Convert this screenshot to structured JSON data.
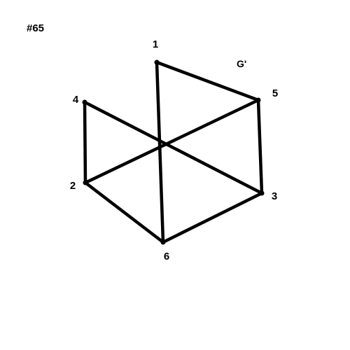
{
  "figure_number": "#65",
  "graph_name": "G'",
  "colors": {
    "ink": "#000000",
    "background": "#ffffff"
  },
  "graph": {
    "vertices": [
      {
        "id": "1",
        "label": "1"
      },
      {
        "id": "2",
        "label": "2"
      },
      {
        "id": "3",
        "label": "3"
      },
      {
        "id": "4",
        "label": "4"
      },
      {
        "id": "5",
        "label": "5"
      },
      {
        "id": "6",
        "label": "6"
      }
    ],
    "edges": [
      [
        "1",
        "5"
      ],
      [
        "1",
        "6"
      ],
      [
        "4",
        "2"
      ],
      [
        "4",
        "3"
      ],
      [
        "5",
        "2"
      ],
      [
        "5",
        "3"
      ],
      [
        "2",
        "6"
      ],
      [
        "6",
        "3"
      ]
    ]
  }
}
